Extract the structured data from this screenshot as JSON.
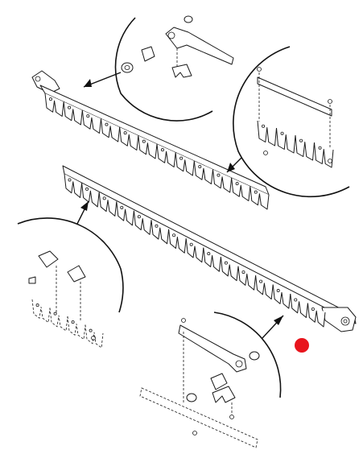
{
  "diagram": {
    "parts": [
      "sickle-bar-upper",
      "sickle-bar-lower",
      "detail-top-head",
      "detail-right-guard-strip",
      "detail-left-section",
      "detail-bottom-head"
    ]
  },
  "marker": {
    "color": "#e8141c"
  },
  "colors": {
    "line": "#1a1a1a",
    "background": "#ffffff"
  }
}
